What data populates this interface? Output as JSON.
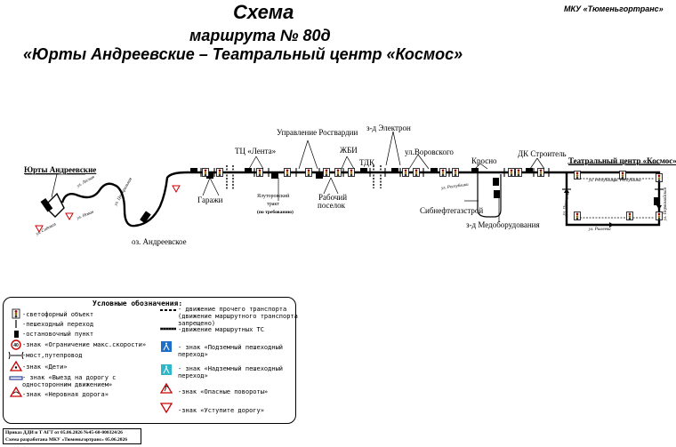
{
  "header": {
    "title": "Схема",
    "route": "маршрута № 80д",
    "name": "«Юрты Андреевские – Театральный центр «Космос»",
    "org": "МКУ «Тюменьгортранс»"
  },
  "map": {
    "start": "Юрты Андреевские",
    "end": "Театральный центр «Космос»",
    "stops": {
      "lenta": "ТЦ «Лента»",
      "rosgvardiya": "Управление Росгвардии",
      "elektron": "з-д Электрон",
      "zhbi": "ЖБИ",
      "tdk": "ТДК",
      "vorovskogo": "ул.Воровского",
      "krosno": "Кросно",
      "stroitel": "ДК Строитель",
      "garazhi": "Гаражи",
      "yalutorovsky_1": "Ялуторовский",
      "yalutorovsky_2": "тракт",
      "yalutorovsky_note": "(по требованию)",
      "rabochiy_1": "Рабочий",
      "rabochiy_2": "поселок",
      "sibnefte": "Сибнефтегазстрой",
      "medobor": "з-д Медоборудования",
      "oz_andreevskoe": "оз. Андреевское"
    },
    "streets": {
      "lesnaya": "ул. Лесная",
      "tsentralnaya": "ул. Центральная",
      "sadovaya": "ул. Садовая",
      "novaya": "ул. Новая",
      "respubliki_1": "ул. Республики",
      "respubliki_2": "ул. Республики",
      "respubliki_3": "ул. Республики",
      "pushkina": "ул. Пушкина",
      "pervomayskaya": "ул. Первомайская",
      "ryleeva": "ул. Рылеева"
    }
  },
  "legend": {
    "title": "Условные обозначения:",
    "left": [
      {
        "icon": "traffic-light-icon",
        "text": "-светофорный объект"
      },
      {
        "icon": "crosswalk-icon",
        "text": "-пешеходный переход"
      },
      {
        "icon": "bus-stop-icon",
        "text": "-остановочный пункт"
      },
      {
        "icon": "speed-limit-icon",
        "text": "-знак «Ограничение макс.скорости»",
        "sign": "40"
      },
      {
        "icon": "bridge-icon",
        "text": "-мост,путепровод"
      },
      {
        "icon": "children-sign-icon",
        "text": "-знак «Дети»"
      },
      {
        "icon": "one-way-exit-icon",
        "text": "- знак «Выезд на дорогу с\nодносторонним движением»"
      },
      {
        "icon": "rough-road-icon",
        "text": "-знак «Неровная дорога»"
      }
    ],
    "right": [
      {
        "icon": "dashed-line-icon",
        "text": "- движение прочего транспорта\n(движение маршрутного транспорта\nзапрещено)"
      },
      {
        "icon": "route-line-icon",
        "text": "-движение маршрутных ТС"
      },
      {
        "icon": "underground-crossing-icon",
        "text": "- знак «Подземный пешеходный\nпереход»"
      },
      {
        "icon": "overhead-crossing-icon",
        "text": "- знак «Надземный пешеходный\nпереход»"
      },
      {
        "icon": "dangerous-turns-icon",
        "text": "-знак «Опасные повороты»"
      },
      {
        "icon": "yield-sign-icon",
        "text": "-знак «Уступите дорогу»"
      }
    ]
  },
  "footer": {
    "line1": "Приказ ДДИ и Т АГТ от 05.06.2026 №45-60-000324/26",
    "line2": "Схема разработана МКУ «Тюменьгортранс» 05.06.2026"
  }
}
